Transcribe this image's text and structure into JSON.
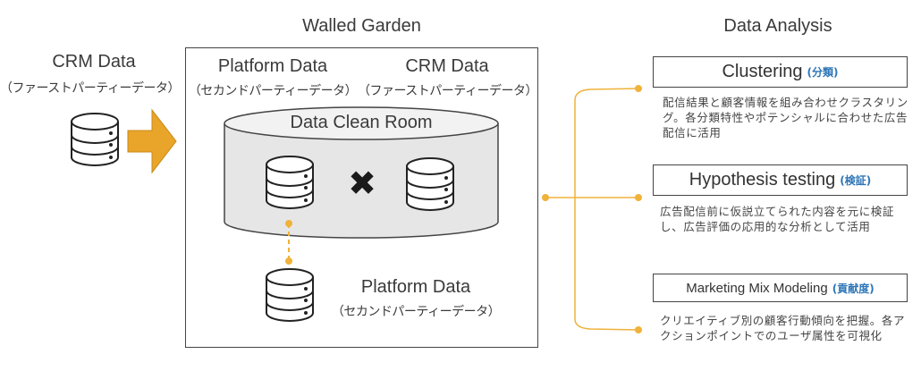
{
  "left": {
    "title": "CRM Data",
    "subtitle": "（ファーストパーティーデータ）",
    "icon": "database-icon",
    "arrow_color": "#e8a52a"
  },
  "walled_garden": {
    "title": "Walled Garden",
    "platform_label": "Platform Data",
    "platform_sub": "（セカンドパーティーデータ）",
    "crm_label": "CRM Data",
    "crm_sub": "（ファーストパーティーデータ）",
    "clean_room": "Data Clean Room",
    "join_symbol": "✖",
    "bottom_label": "Platform Data",
    "bottom_sub": "（セカンドパーティーデータ）"
  },
  "analysis": {
    "title": "Data Analysis",
    "connector_color": "#f0b23a",
    "items": [
      {
        "title": "Clustering",
        "tag": "(分類)",
        "desc": "配信結果と顧客情報を組み合わせクラスタリング。各分類特性やポテンシャルに合わせた広告配信に活用"
      },
      {
        "title": "Hypothesis testing",
        "tag": "(検証)",
        "desc": "広告配信前に仮説立てられた内容を元に検証し、広告評価の応用的な分析として活用"
      },
      {
        "title": "Marketing Mix Modeling",
        "tag": "(貢献度)",
        "desc": "クリエイティブ別の顧客行動傾向を把握。各アクションポイントでのユーザ属性を可視化"
      }
    ]
  }
}
